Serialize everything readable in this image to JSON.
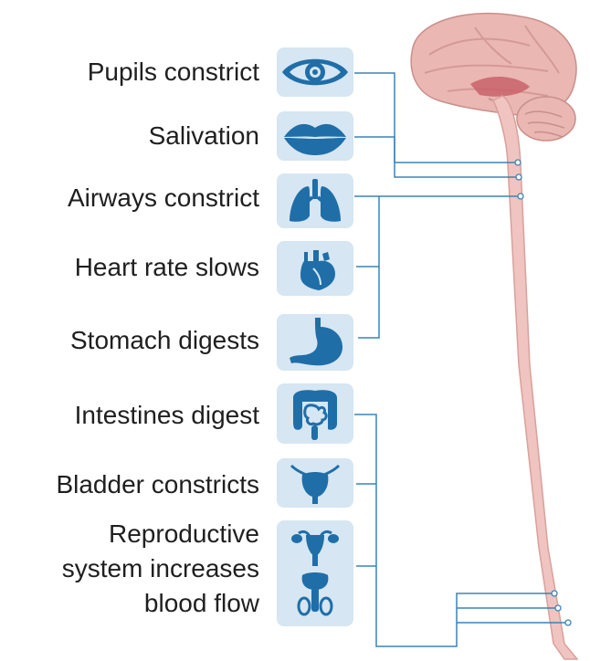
{
  "effects": [
    {
      "label": "Pupils constrict",
      "icon": "eye-icon"
    },
    {
      "label": "Salivation",
      "icon": "lips-icon"
    },
    {
      "label": "Airways constrict",
      "icon": "lungs-icon"
    },
    {
      "label": "Heart rate slows",
      "icon": "heart-icon"
    },
    {
      "label": "Stomach digests",
      "icon": "stomach-icon"
    },
    {
      "label": "Intestines digest",
      "icon": "intestines-icon"
    },
    {
      "label": "Bladder constricts",
      "icon": "bladder-icon"
    },
    {
      "label_lines": [
        "Reproductive",
        "system increases",
        "blood flow"
      ],
      "icon": "reproductive-organs-icon"
    }
  ],
  "colors": {
    "icon_bg": "#d6e6f2",
    "icon_fill": "#1f6ea8",
    "wire": "#3b83b6",
    "spinal_cord": "#f0c4c0",
    "brain": "#eab7b2"
  }
}
